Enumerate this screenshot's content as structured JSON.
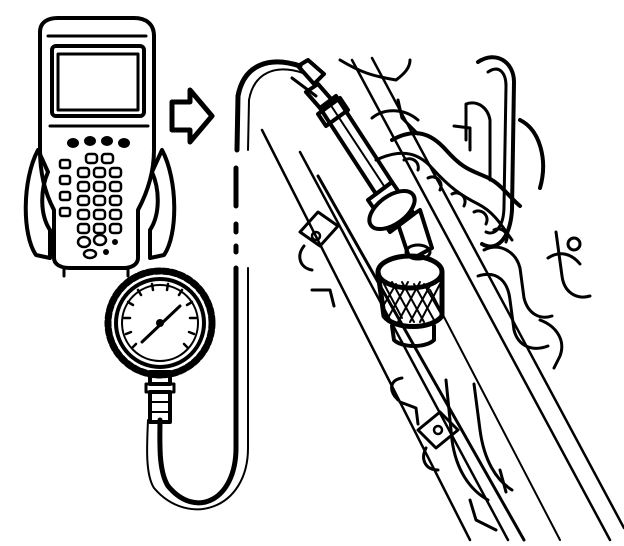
{
  "figure": {
    "background_color": "#ffffff",
    "ink_color": "#000000",
    "components": [
      {
        "id": "scan-tool",
        "icon": "handheld-scan-tool-icon"
      },
      {
        "id": "arrow",
        "icon": "right-arrow-icon"
      },
      {
        "id": "pressure-gauge",
        "icon": "pressure-gauge-icon"
      },
      {
        "id": "hose",
        "icon": "hose-icon"
      },
      {
        "id": "fuel-rail",
        "icon": "fuel-rail-icon"
      },
      {
        "id": "service-valve",
        "icon": "test-port-fitting-icon"
      }
    ]
  }
}
